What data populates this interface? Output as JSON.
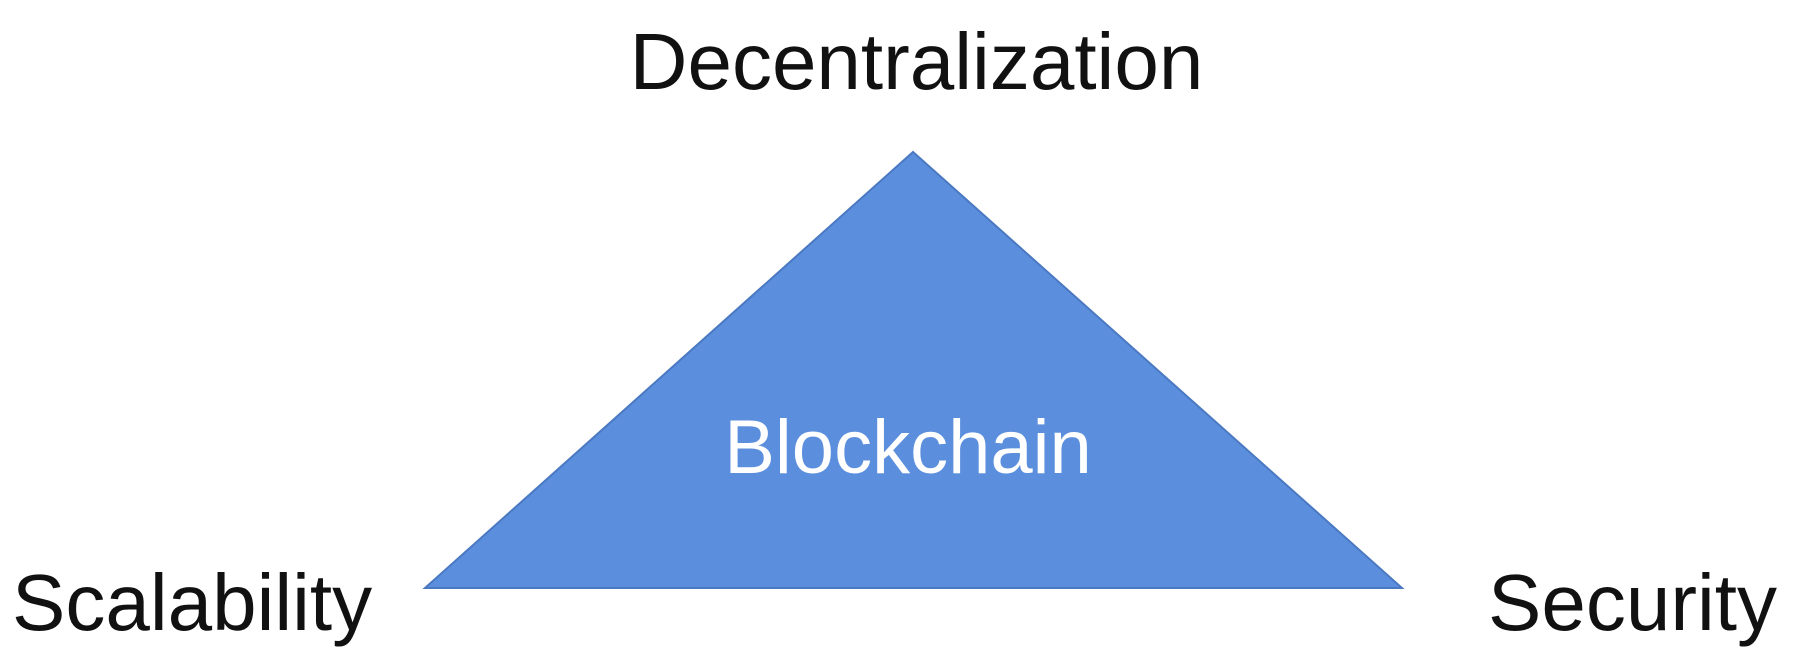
{
  "diagram": {
    "center_label": "Blockchain",
    "vertices": {
      "top": "Decentralization",
      "bottom_left": "Scalability",
      "bottom_right": "Security"
    },
    "colors": {
      "triangle_fill": "#5b8fdd",
      "triangle_stroke": "#4a79c2",
      "center_text": "#ffffff",
      "label_text": "#111111"
    }
  }
}
